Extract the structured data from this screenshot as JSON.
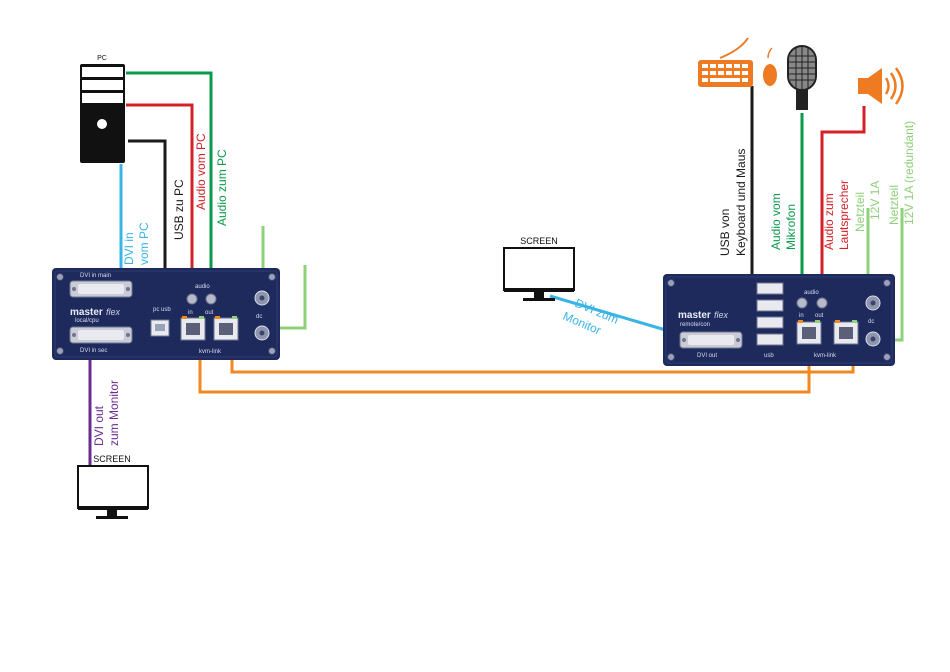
{
  "pc": {
    "label": "PC"
  },
  "screens": {
    "local": "SCREEN",
    "remote": "SCREEN"
  },
  "local_unit": {
    "brand": "master",
    "brand_script": "flex",
    "subtitle": "local/cpu",
    "dvi_in_main": "DVI in main",
    "dvi_in_sec": "DVI in sec",
    "pc_usb": "pc usb",
    "audio": "audio",
    "in": "in",
    "out": "out",
    "dc": "dc",
    "kvm_link": "kvm-link"
  },
  "remote_unit": {
    "brand": "master",
    "brand_script": "flex",
    "subtitle": "remote/con",
    "dvi_out": "DVI out",
    "usb": "usb",
    "audio": "audio",
    "in": "in",
    "out": "out",
    "dc": "dc",
    "kvm_link": "kvm-link"
  },
  "cable_labels": {
    "dvi_in_vom_pc": [
      "DVI in",
      "vom PC"
    ],
    "usb_zu_pc": [
      "USB zu PC"
    ],
    "audio_vom_pc": [
      "Audio vom PC"
    ],
    "audio_zum_pc": [
      "Audio zum PC"
    ],
    "dvi_out_zum_monitor": [
      "DVI out",
      "zum Monitor"
    ],
    "dvi_zum_monitor": [
      "DVI zum",
      "Monitor"
    ],
    "usb_keyboard_maus": [
      "USB von",
      "Keyboard und Maus"
    ],
    "audio_vom_mikrofon": [
      "Audio vom",
      "Mikrofon"
    ],
    "audio_zum_lautsprecher": [
      "Audio zum",
      "Lautsprecher"
    ],
    "netzteil_1": [
      "Netzteil",
      "12V 1A"
    ],
    "netzteil_2": [
      "Netzteil",
      "12V 1A (redundant)"
    ]
  },
  "colors": {
    "dvi": "#3ab4e6",
    "usb": "#1a1a1a",
    "audio_in": "#d42027",
    "audio_out": "#0a9a4a",
    "power": "#8fd07a",
    "kvm_link": "#ef8a21",
    "dvi_out_local": "#6a2c91",
    "unit_body": "#1e2a5c",
    "icon_orange": "#ee7a22"
  },
  "icons": [
    "pc-tower-icon",
    "monitor-icon",
    "keyboard-icon",
    "mouse-icon",
    "microphone-icon",
    "speaker-icon",
    "dvi-port-icon",
    "usb-port-icon",
    "rj45-port-icon",
    "audio-jack-icon",
    "dc-jack-icon",
    "screw-icon"
  ]
}
